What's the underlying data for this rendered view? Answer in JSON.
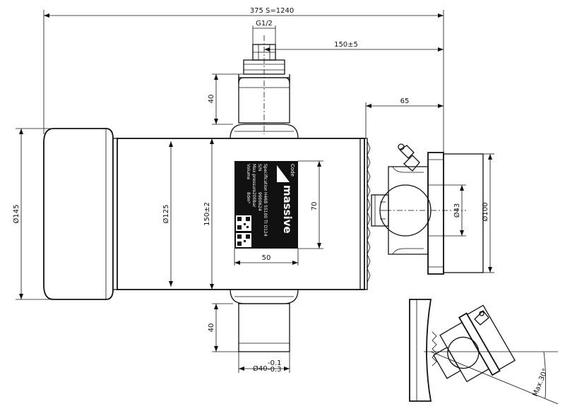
{
  "dimensions": {
    "overall": "375 S=1240",
    "port": "G1/2",
    "port_offset": "150±5",
    "ball_offset": "65",
    "top_trunnion_h": "40",
    "bottom_trunnion_h": "40",
    "outer_dia": "Ø145",
    "body_dia": "Ø125",
    "trunnion_span": "150±2",
    "label_h": "70",
    "label_w": "50",
    "ball_dia": "Ø43",
    "flange_dia": "Ø100",
    "pin_dia": "Ø40",
    "pin_tol_upper": "-0.1",
    "pin_tol_lower": "-0.3",
    "max_angle": "Max.30°"
  },
  "nameplate": {
    "brand": "massive",
    "code": "Code",
    "spec_label": "Specification",
    "spec_value": "H46B 5S100 TI D124",
    "sn_label": "S/N",
    "sn_value": "9900624",
    "pressure_label": "Max pressure",
    "pressure_value": "200bar",
    "volume_label": "Volume",
    "volume_value": "8dm³"
  }
}
